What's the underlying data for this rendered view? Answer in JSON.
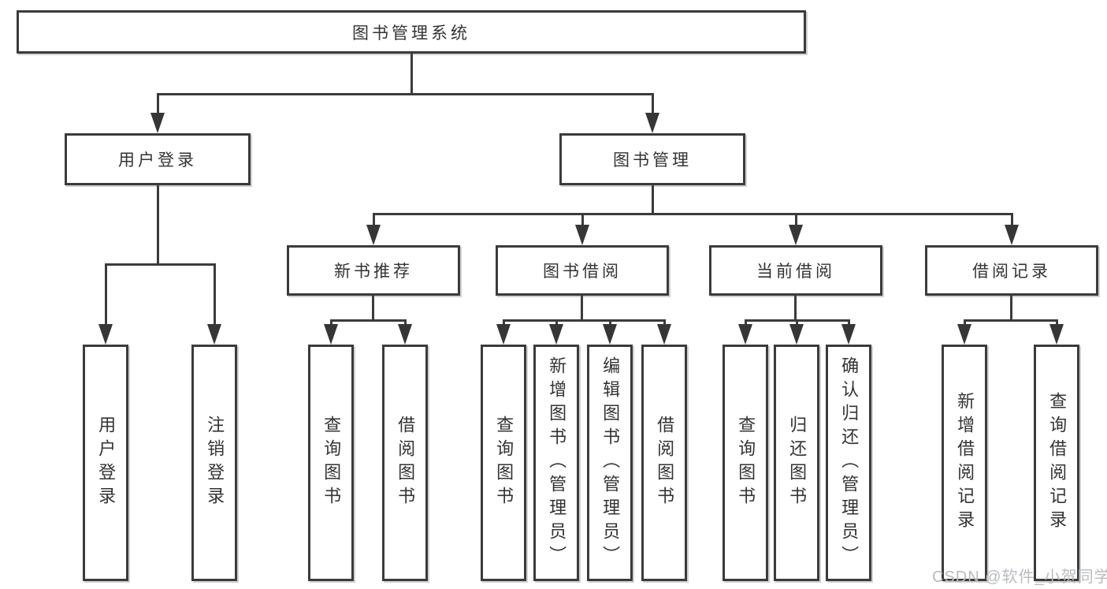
{
  "diagram": {
    "colors": {
      "background": "#ffffff",
      "box_border": "#3b3b3b",
      "connector_line": "#3b3b3b",
      "arrow_fill": "#363636",
      "text": "#333333",
      "watermark_text": "#b7bcc1"
    },
    "watermark": "CSDN @软件_小贺同学",
    "tree": {
      "label": "图书管理系统",
      "children": [
        {
          "label": "用户登录",
          "children": [
            {
              "label": "用户登录"
            },
            {
              "label": "注销登录"
            }
          ]
        },
        {
          "label": "图书管理",
          "children": [
            {
              "label": "新书推荐",
              "children": [
                {
                  "label": "查询图书"
                },
                {
                  "label": "借阅图书"
                }
              ]
            },
            {
              "label": "图书借阅",
              "children": [
                {
                  "label": "查询图书"
                },
                {
                  "label": "新增图书（管理员）"
                },
                {
                  "label": "编辑图书（管理员）"
                },
                {
                  "label": "借阅图书"
                }
              ]
            },
            {
              "label": "当前借阅",
              "children": [
                {
                  "label": "查询图书"
                },
                {
                  "label": "归还图书"
                },
                {
                  "label": "确认归还（管理员）"
                }
              ]
            },
            {
              "label": "借阅记录",
              "children": [
                {
                  "label": "新增借阅记录"
                },
                {
                  "label": "查询借阅记录"
                }
              ]
            }
          ]
        }
      ]
    }
  }
}
